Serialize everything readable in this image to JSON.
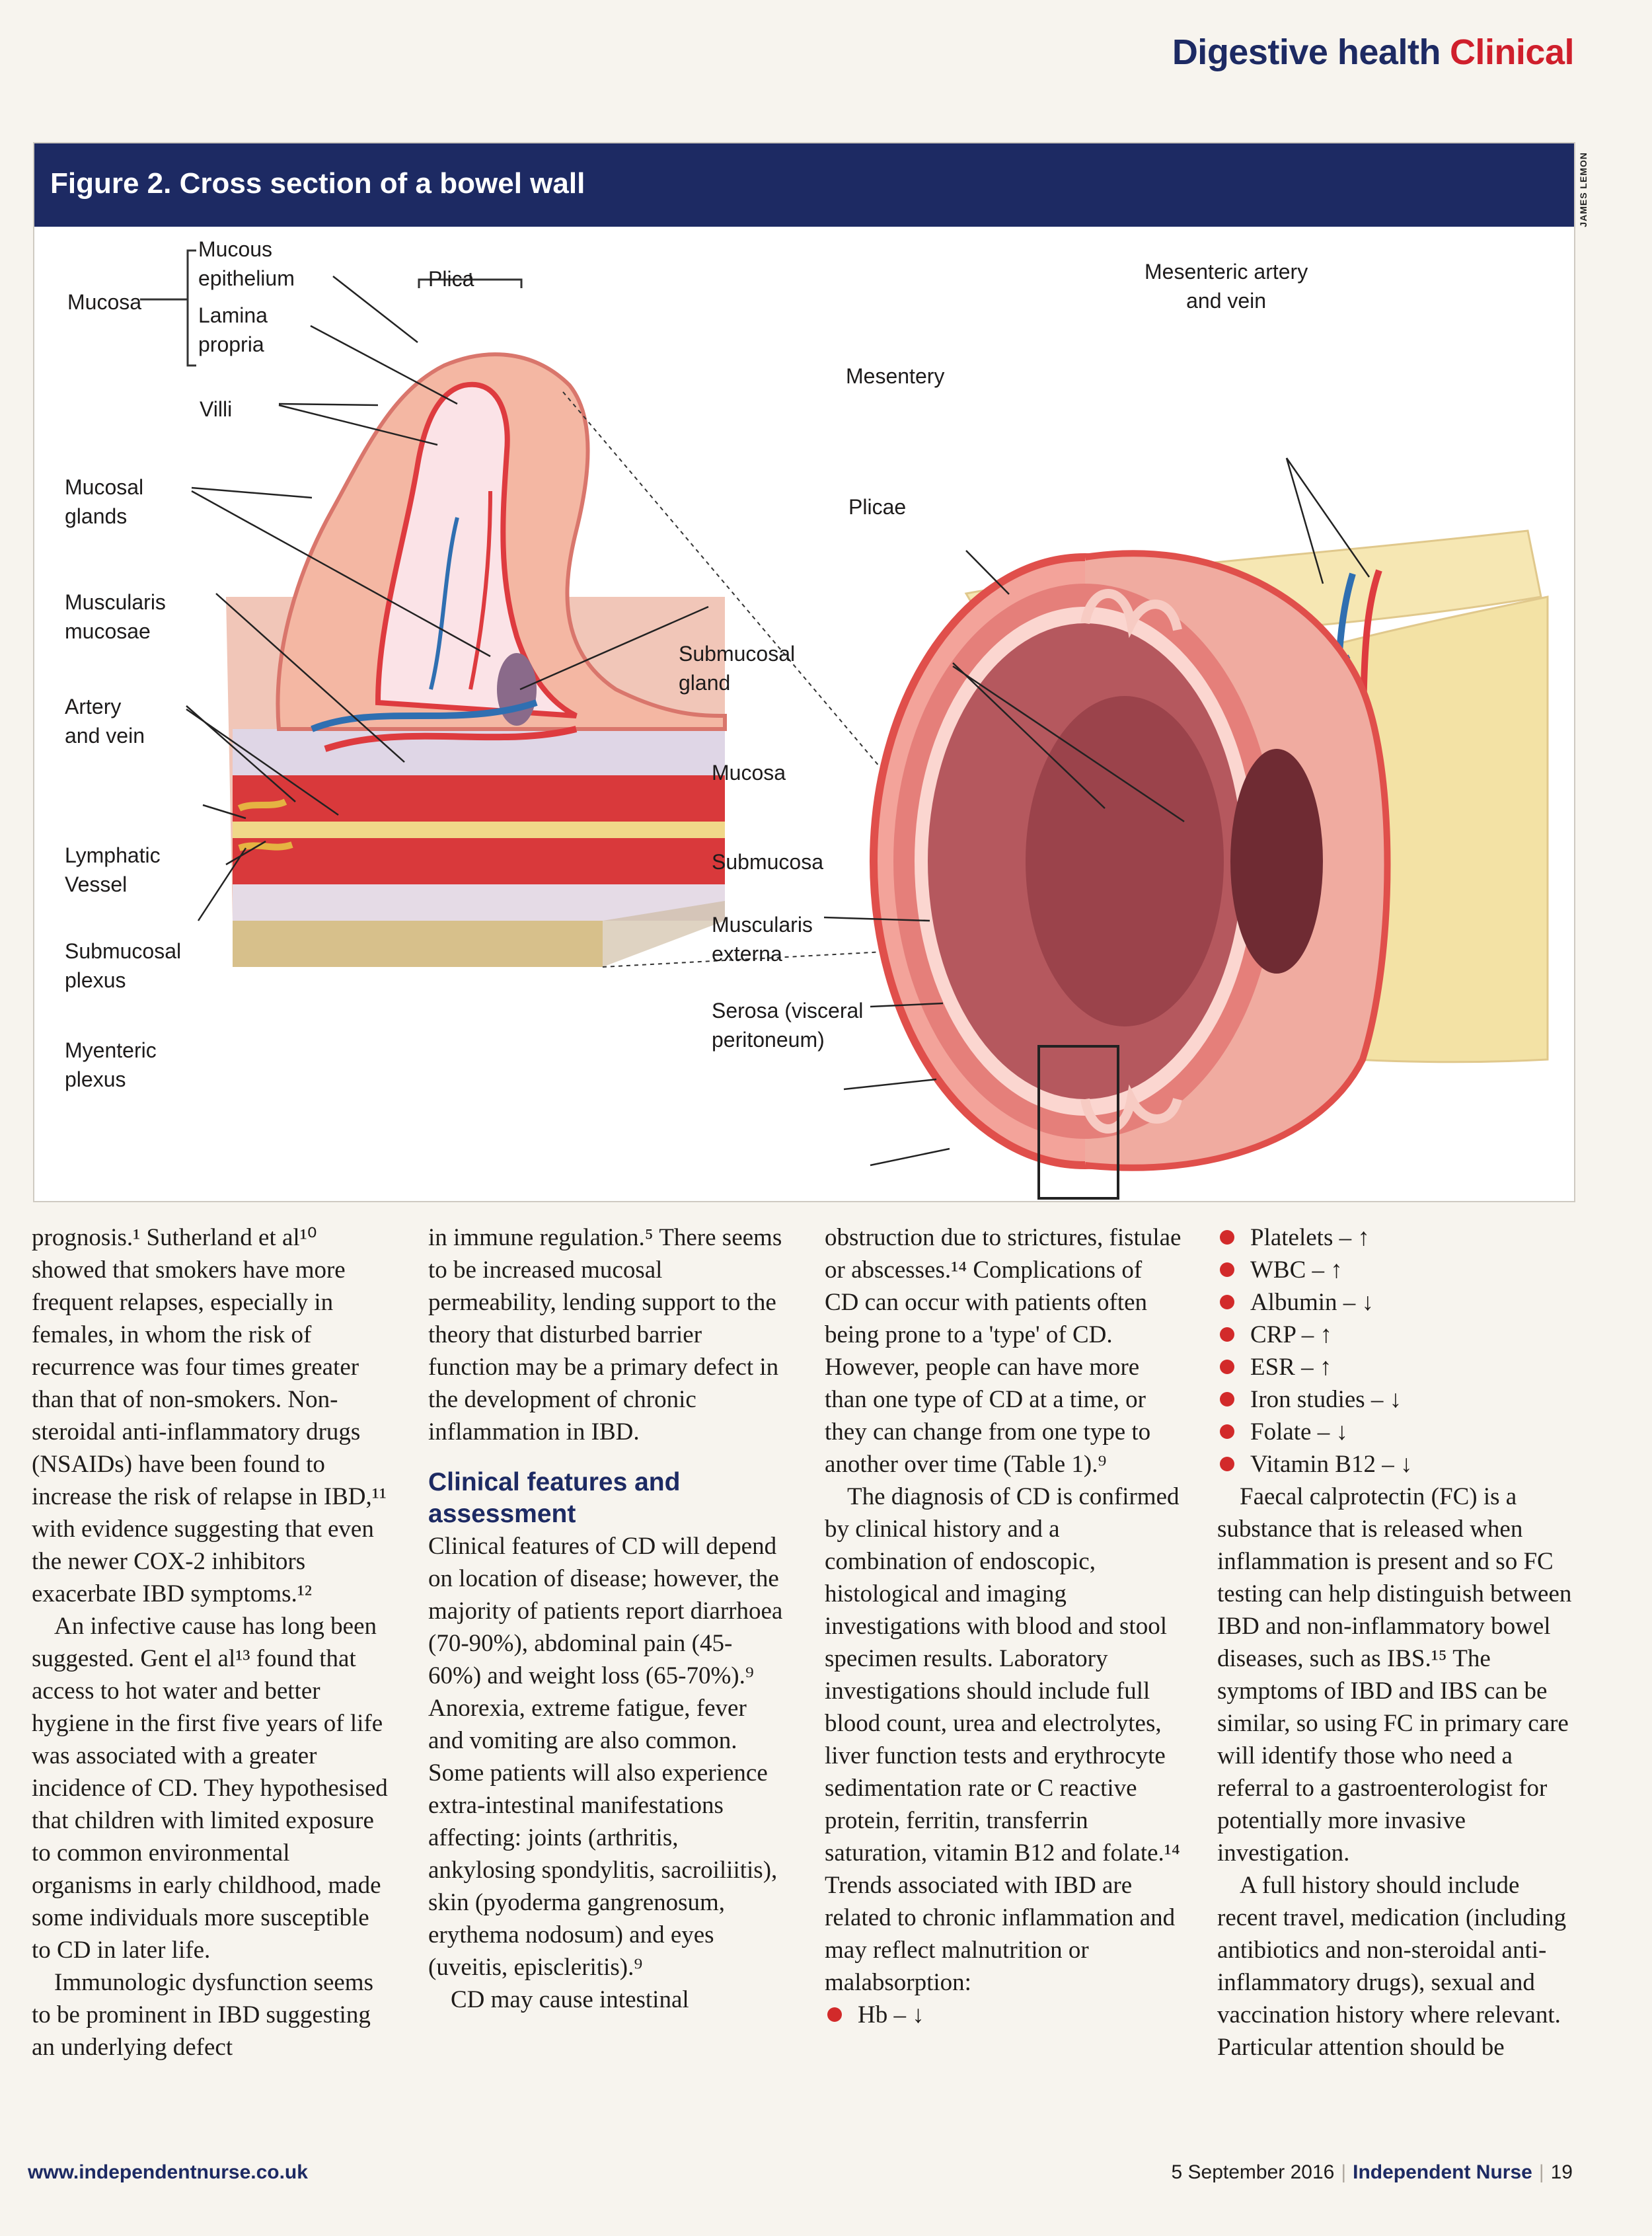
{
  "header": {
    "section": "Digestive health",
    "subsection": "Clinical",
    "credit": "JAMES LEMON"
  },
  "figure": {
    "title": "Figure 2. Cross section of a bowel wall",
    "labels": {
      "mucous_epithelium_1": "Mucous",
      "mucous_epithelium_2": "epithelium",
      "mucosa_left": "Mucosa",
      "lamina_1": "Lamina",
      "lamina_2": "propria",
      "plica": "Plica",
      "villi": "Villi",
      "mucosal_glands_1": "Mucosal",
      "mucosal_glands_2": "glands",
      "muscularis_mucosae_1": "Muscularis",
      "muscularis_mucosae_2": "mucosae",
      "artery_vein_1": "Artery",
      "artery_vein_2": "and vein",
      "lymphatic_1": "Lymphatic",
      "lymphatic_2": "Vessel",
      "submucosal_plexus_1": "Submucosal",
      "submucosal_plexus_2": "plexus",
      "myenteric_1": "Myenteric",
      "myenteric_2": "plexus",
      "submucosal_gland_1": "Submucosal",
      "submucosal_gland_2": "gland",
      "mucosa_right": "Mucosa",
      "submucosa": "Submucosa",
      "muscularis_externa_1": "Muscularis",
      "muscularis_externa_2": "externa",
      "serosa_1": "Serosa (visceral",
      "serosa_2": "peritoneum)",
      "mesentery": "Mesentery",
      "mesenteric_1": "Mesenteric artery",
      "mesenteric_2": "and vein",
      "plicae": "Plicae"
    }
  },
  "columns": {
    "col1": {
      "p1": "prognosis.¹ Sutherland et al¹⁰ showed that smokers have more frequent relapses, especially in females, in whom the risk of recurrence was four times greater than that of non-smokers. Non-steroidal anti-inflammatory drugs (NSAIDs) have been found to increase the risk of relapse in IBD,¹¹ with evidence suggesting that even the newer COX-2 inhibitors exacerbate IBD symptoms.¹²",
      "p2": "An infective cause has long been suggested. Gent el al¹³ found that access to hot water and better hygiene in the first five years of life was associated with a greater incidence of CD. They hypothesised that children with limited exposure to common environmental organisms in early childhood, made some individuals more susceptible to CD in later life.",
      "p3": "Immunologic dysfunction seems to be prominent in IBD suggesting an underlying defect"
    },
    "col2": {
      "p1": "in immune regulation.⁵ There seems to be increased mucosal permeability, lending support to the theory that disturbed barrier function may be a primary defect in the development of chronic inflammation in IBD.",
      "heading": "Clinical features and assessment",
      "p2": "Clinical features of CD will depend on location of disease; however, the majority of patients report diarrhoea (70-90%), abdominal pain (45-60%) and weight loss (65-70%).⁹ Anorexia, extreme fatigue, fever and vomiting are also common. Some patients will also experience extra-intestinal manifestations affecting: joints (arthritis, ankylosing spondylitis, sacroiliitis), skin (pyoderma gangrenosum, erythema nodosum) and eyes (uveitis, episcleritis).⁹",
      "p3": "CD may cause intestinal"
    },
    "col3": {
      "p1": "obstruction due to strictures, fistulae or abscesses.¹⁴ Complications of CD can occur with patients often being prone to a 'type' of CD. However, people can have more than one type of CD at a time, or they can change from one type to another over time (Table 1).⁹",
      "p2": "The diagnosis of CD is confirmed by clinical history and a combination of endoscopic, histological and imaging investigations with blood and stool specimen results. Laboratory investigations should include full blood count, urea and electrolytes, liver function tests and erythrocyte sedimentation rate or C reactive protein, ferritin, transferrin saturation, vitamin B12 and folate.¹⁴ Trends associated with IBD are related to chronic inflammation and may reflect malnutrition or malabsorption:",
      "bullet_hb": "Hb – ↓"
    },
    "col4": {
      "bullets": [
        "Platelets – ↑",
        "WBC – ↑",
        "Albumin – ↓",
        "CRP – ↑",
        "ESR – ↑",
        "Iron studies – ↓",
        "Folate – ↓",
        "Vitamin B12 – ↓"
      ],
      "p1": "Faecal calprotectin (FC) is a substance that is released when inflammation is present and so FC testing can help distinguish between IBD and non-inflammatory bowel diseases, such as IBS.¹⁵ The symptoms of IBD and IBS can be similar, so using FC in primary care will identify those who need a referral to a gastroenterologist for potentially more invasive investigation.",
      "p2": "A full history should include recent travel, medication (including antibiotics and non-steroidal anti-inflammatory drugs), sexual and vaccination history where relevant. Particular attention should be"
    }
  },
  "footer": {
    "url": "www.independentnurse.co.uk",
    "date": "5 September 2016",
    "publication": "Independent Nurse",
    "page": "19"
  }
}
